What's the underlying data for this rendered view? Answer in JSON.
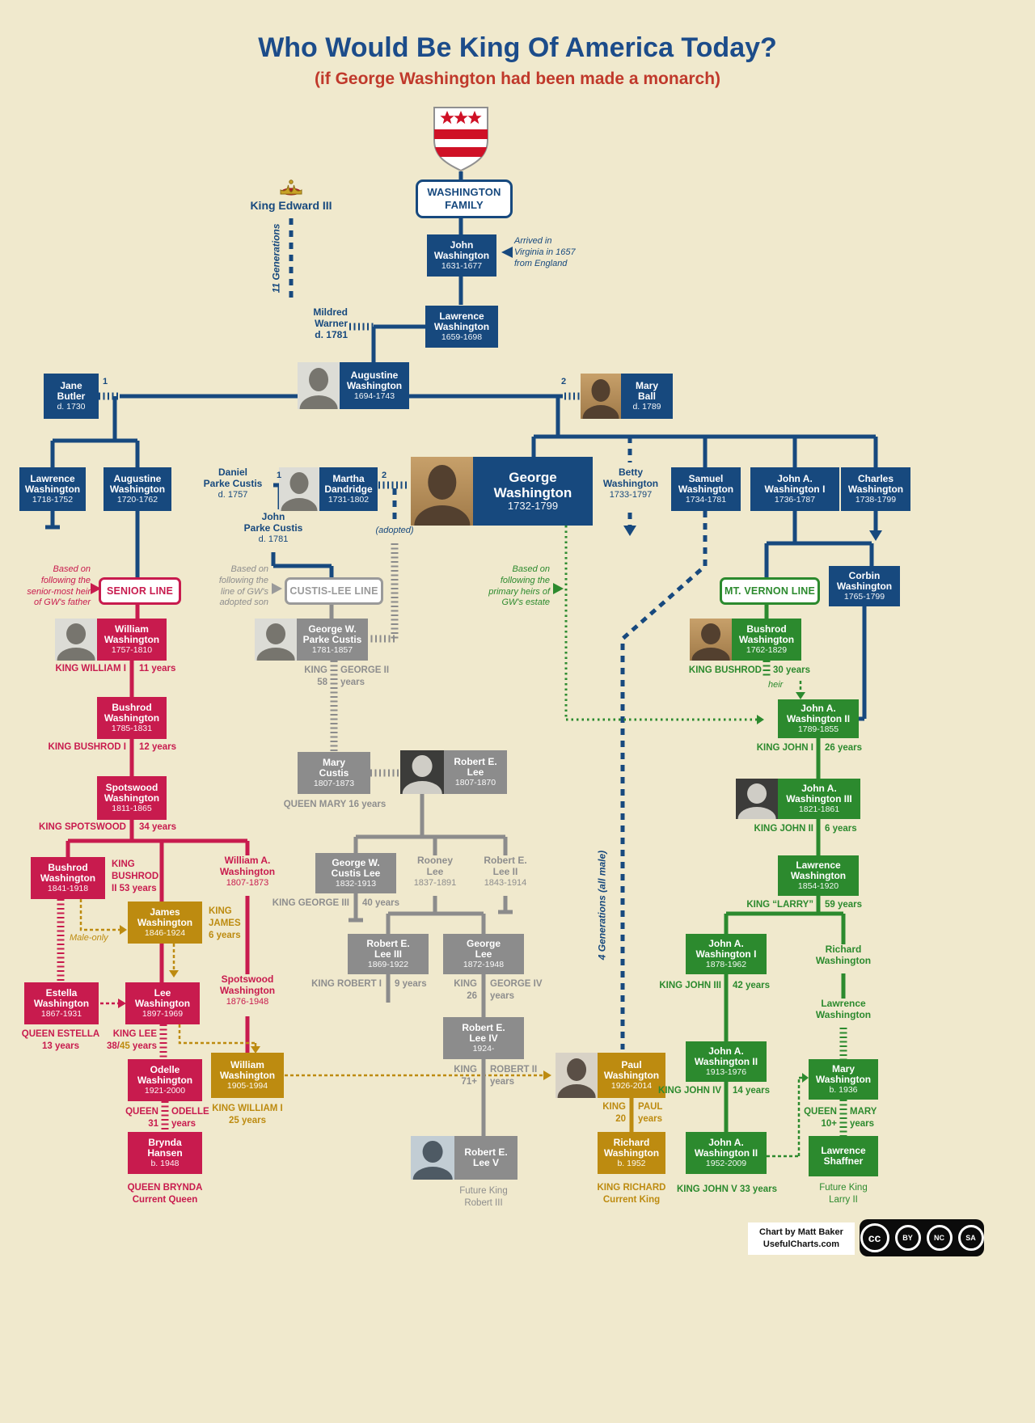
{
  "title": {
    "main": "Who Would Be King Of America Today?",
    "sub": "(if George Washington had been made a monarch)"
  },
  "colors": {
    "bg": "#f0e9cd",
    "navy": "#17497e",
    "crimson": "#c81b4e",
    "gray": "#8c8c8c",
    "green": "#2c8a2e",
    "gold": "#bd8b10",
    "title_red": "#c0392b"
  },
  "labels": {
    "family": "WASHINGTON FAMILY",
    "senior": "SENIOR LINE",
    "custis": "CUSTIS-LEE LINE",
    "mtvernon": "MT. VERNON LINE"
  },
  "notes": {
    "edward": "King Edward III",
    "gen11": "11 Generations",
    "arrived": [
      "Arrived in",
      "Virginia in 1657",
      "from England"
    ],
    "senior": [
      "Based on",
      "following the",
      "senior-most heir",
      "of GW's father"
    ],
    "custis": [
      "Based on",
      "following the",
      "line of GW's",
      "adopted son"
    ],
    "estate": [
      "Based on",
      "following the",
      "primary heirs of",
      "GW's estate"
    ],
    "adopted": "(adopted)",
    "maleonly": "Male-only",
    "heir": "heir",
    "gen4": "4 Generations (all male)",
    "m1": "1",
    "m2": "2"
  },
  "p": {
    "john": {
      "n1": "John",
      "n2": "Washington",
      "d": "1631-1677"
    },
    "lawrencesr": {
      "n1": "Lawrence",
      "n2": "Washington",
      "d": "1659-1698"
    },
    "mildred": {
      "n1": "Mildred",
      "n2": "Warner",
      "d": "d. 1781"
    },
    "jane": {
      "n1": "Jane",
      "n2": "Butler",
      "d": "d. 1730"
    },
    "augustinesr": {
      "n1": "Augustine",
      "n2": "Washington",
      "d": "1694-1743"
    },
    "maryball": {
      "n1": "Mary",
      "n2": "Ball",
      "d": "d. 1789"
    },
    "lawrence1718": {
      "n1": "Lawrence",
      "n2": "Washington",
      "d": "1718-1752"
    },
    "augustine1720": {
      "n1": "Augustine",
      "n2": "Washington",
      "d": "1720-1762"
    },
    "daniel": {
      "n1": "Daniel",
      "n2": "Parke Custis",
      "d": "d. 1757"
    },
    "martha": {
      "n1": "Martha",
      "n2": "Dandridge",
      "d": "1731-1802"
    },
    "johnparke": {
      "n1": "John",
      "n2": "Parke Custis",
      "d": "d. 1781"
    },
    "george": {
      "n1": "George",
      "n2": "Washington",
      "d": "1732-1799"
    },
    "betty": {
      "n1": "Betty",
      "n2": "Washington",
      "d": "1733-1797"
    },
    "samuel": {
      "n1": "Samuel",
      "n2": "Washington",
      "d": "1734-1781"
    },
    "johna1736": {
      "n1": "John A.",
      "n2": "Washington I",
      "d": "1736-1787"
    },
    "charles": {
      "n1": "Charles",
      "n2": "Washington",
      "d": "1738-1799"
    },
    "corbin": {
      "n1": "Corbin",
      "n2": "Washington",
      "d": "1765-1799"
    },
    "william1757": {
      "n1": "William",
      "n2": "Washington",
      "d": "1757-1810"
    },
    "bushrod1785": {
      "n1": "Bushrod",
      "n2": "Washington",
      "d": "1785-1831"
    },
    "spotswood1811": {
      "n1": "Spotswood",
      "n2": "Washington",
      "d": "1811-1865"
    },
    "bushrod1841": {
      "n1": "Bushrod",
      "n2": "Washington",
      "d": "1841-1918"
    },
    "williama": {
      "n1": "William A.",
      "n2": "Washington",
      "d": "1807-1873"
    },
    "james": {
      "n1": "James",
      "n2": "Washington",
      "d": "1846-1924"
    },
    "estella": {
      "n1": "Estella",
      "n2": "Washington",
      "d": "1867-1931"
    },
    "lee": {
      "n1": "Lee",
      "n2": "Washington",
      "d": "1897-1969"
    },
    "spotswood1876": {
      "n1": "Spotswood",
      "n2": "Washington",
      "d": "1876-1948"
    },
    "odelle": {
      "n1": "Odelle",
      "n2": "Washington",
      "d": "1921-2000"
    },
    "william1905": {
      "n1": "William",
      "n2": "Washington",
      "d": "1905-1994"
    },
    "brynda": {
      "n1": "Brynda",
      "n2": "Hansen",
      "d": "b. 1948"
    },
    "gwpc": {
      "n1": "George W.",
      "n2": "Parke Custis",
      "d": "1781-1857"
    },
    "marycustis": {
      "n1": "Mary",
      "n2": "Custis",
      "d": "1807-1873"
    },
    "relee": {
      "n1": "Robert E.",
      "n2": "Lee",
      "d": "1807-1870"
    },
    "gwcl": {
      "n1": "George W.",
      "n2": "Custis Lee",
      "d": "1832-1913"
    },
    "rooney": {
      "n1": "Rooney",
      "n2": "Lee",
      "d": "1837-1891"
    },
    "relee2": {
      "n1": "Robert E.",
      "n2": "Lee II",
      "d": "1843-1914"
    },
    "relee3": {
      "n1": "Robert E.",
      "n2": "Lee III",
      "d": "1869-1922"
    },
    "georgelee": {
      "n1": "George",
      "n2": "Lee",
      "d": "1872-1948"
    },
    "relee4": {
      "n1": "Robert E.",
      "n2": "Lee IV",
      "d": "1924-"
    },
    "relee5": {
      "n1": "Robert E.",
      "n2": "Lee V",
      "d": ""
    },
    "paul": {
      "n1": "Paul",
      "n2": "Washington",
      "d": "1926-2014"
    },
    "richard1952": {
      "n1": "Richard",
      "n2": "Washington",
      "d": "b. 1952"
    },
    "bushrodmtv": {
      "n1": "Bushrod",
      "n2": "Washington",
      "d": "1762-1829"
    },
    "johna1789": {
      "n1": "John A.",
      "n2": "Washington II",
      "d": "1789-1855"
    },
    "johna1821": {
      "n1": "John A.",
      "n2": "Washington III",
      "d": "1821-1861"
    },
    "lawrence1854": {
      "n1": "Lawrence",
      "n2": "Washington",
      "d": "1854-1920"
    },
    "johna1878": {
      "n1": "John A.",
      "n2": "Washington I",
      "d": "1878-1962"
    },
    "richardg": {
      "n1": "Richard",
      "n2": "Washington",
      "d": ""
    },
    "johna1913": {
      "n1": "John A.",
      "n2": "Washington II",
      "d": "1913-1976"
    },
    "lawrenceg": {
      "n1": "Lawrence",
      "n2": "Washington",
      "d": ""
    },
    "johna1952": {
      "n1": "John A.",
      "n2": "Washington II",
      "d": "1952-2009"
    },
    "mary1936": {
      "n1": "Mary",
      "n2": "Washington",
      "d": "b. 1936"
    },
    "shaffner": {
      "n1": "Lawrence",
      "n2": "Shaffner",
      "d": ""
    }
  },
  "c": {
    "william1757": {
      "a": "KING WILLIAM I",
      "b": "11 years"
    },
    "bushrod1785": {
      "a": "KING BUSHROD I",
      "b": "12 years"
    },
    "spotswood1811": {
      "a": "KING SPOTSWOOD",
      "b": "34 years"
    },
    "bushrod1841": {
      "l1": "KING",
      "l2": "BUSHROD",
      "l3": "II 53 years"
    },
    "james": {
      "l1": "KING",
      "l2": "JAMES",
      "l3": "6 years"
    },
    "estella": {
      "a": "QUEEN ESTELLA",
      "b": "13 years"
    },
    "lee": {
      "a": "KING LEE",
      "b1": "38/",
      "b2": "45",
      "b3": " years"
    },
    "odelle": {
      "a1": "QUEEN",
      "a2": "ODELLE",
      "b1": "31",
      "b2": "years"
    },
    "william1905": {
      "a": "KING WILLIAM I",
      "b": "25 years"
    },
    "brynda": {
      "a": "QUEEN BRYNDA",
      "b": "Current Queen"
    },
    "gwpc": {
      "a1": "KING",
      "a2": "GEORGE II",
      "b1": "58",
      "b2": "years"
    },
    "marycustis": {
      "a": "QUEEN MARY 16 years"
    },
    "gwcl": {
      "a": "KING GEORGE III",
      "b": "40 years"
    },
    "relee3": {
      "a": "KING ROBERT I",
      "b": "9 years"
    },
    "georgelee": {
      "a1": "KING",
      "a2": "GEORGE IV",
      "b1": "26",
      "b2": "years"
    },
    "relee4": {
      "a1": "KING",
      "a2": "ROBERT II",
      "b1": "71+",
      "b2": "years"
    },
    "relee5": {
      "a": "Future King",
      "b": "Robert III"
    },
    "paul": {
      "a1": "KING",
      "a2": "PAUL",
      "b1": "20",
      "b2": "years"
    },
    "richard1952": {
      "a": "KING RICHARD",
      "b": "Current King"
    },
    "bushrodmtv": {
      "a": "KING BUSHROD",
      "b": "30 years"
    },
    "johna1789": {
      "a": "KING JOHN I",
      "b": "26 years"
    },
    "johna1821": {
      "a": "KING JOHN II",
      "b": "6 years"
    },
    "lawrence1854": {
      "a": "KING “LARRY”",
      "b": "59 years"
    },
    "johna1878": {
      "a": "KING JOHN III",
      "b": "42 years"
    },
    "johna1913": {
      "a": "KING JOHN IV",
      "b": "14 years"
    },
    "johna1952": {
      "a": "KING JOHN V 33 years"
    },
    "mary1936": {
      "a1": "QUEEN",
      "a2": "MARY",
      "b1": "10+",
      "b2": "years"
    },
    "shaffner": {
      "a": "Future King",
      "b": "Larry II"
    }
  },
  "footer": {
    "credit1": "Chart by Matt Baker",
    "credit2": "UsefulCharts.com",
    "cc0": "cc",
    "cc": [
      "BY",
      "NC",
      "SA"
    ]
  }
}
